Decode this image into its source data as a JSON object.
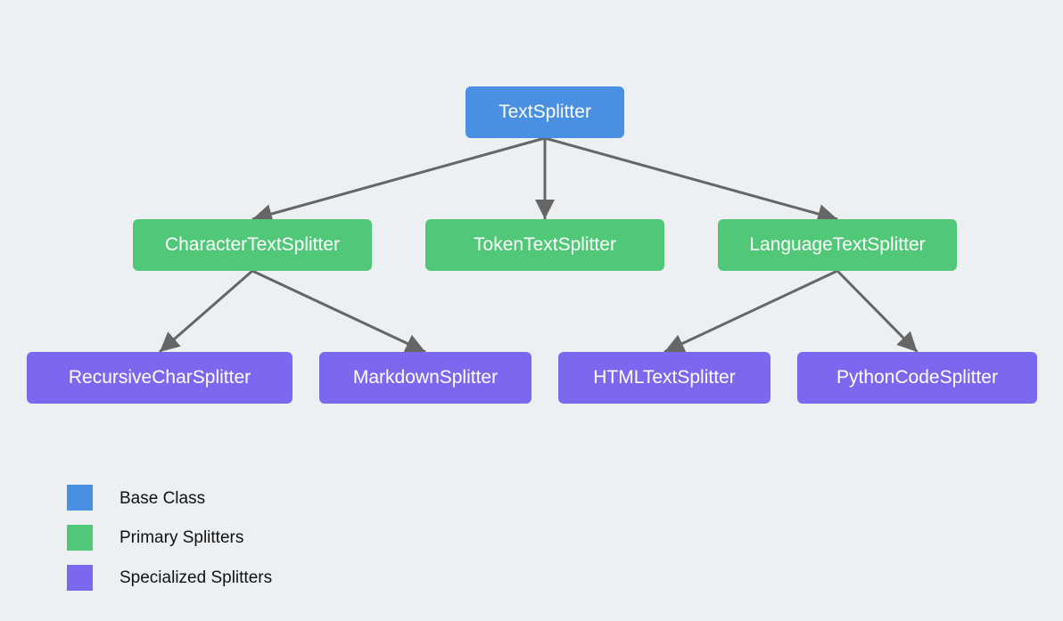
{
  "colors": {
    "base": "#4a90e2",
    "primary": "#50c878",
    "specialized": "#7b68ee",
    "edge": "#666666",
    "background": "#edf0f3"
  },
  "nodes": {
    "text_splitter": "TextSplitter",
    "character_text_splitter": "CharacterTextSplitter",
    "token_text_splitter": "TokenTextSplitter",
    "language_text_splitter": "LanguageTextSplitter",
    "recursive_char_splitter": "RecursiveCharSplitter",
    "markdown_splitter": "MarkdownSplitter",
    "html_text_splitter": "HTMLTextSplitter",
    "python_code_splitter": "PythonCodeSplitter"
  },
  "edges": [
    {
      "from": "text_splitter",
      "to": "character_text_splitter"
    },
    {
      "from": "text_splitter",
      "to": "token_text_splitter"
    },
    {
      "from": "text_splitter",
      "to": "language_text_splitter"
    },
    {
      "from": "character_text_splitter",
      "to": "recursive_char_splitter"
    },
    {
      "from": "character_text_splitter",
      "to": "markdown_splitter"
    },
    {
      "from": "language_text_splitter",
      "to": "html_text_splitter"
    },
    {
      "from": "language_text_splitter",
      "to": "python_code_splitter"
    }
  ],
  "legend": {
    "base": "Base Class",
    "primary": "Primary Splitters",
    "specialized": "Specialized Splitters"
  }
}
